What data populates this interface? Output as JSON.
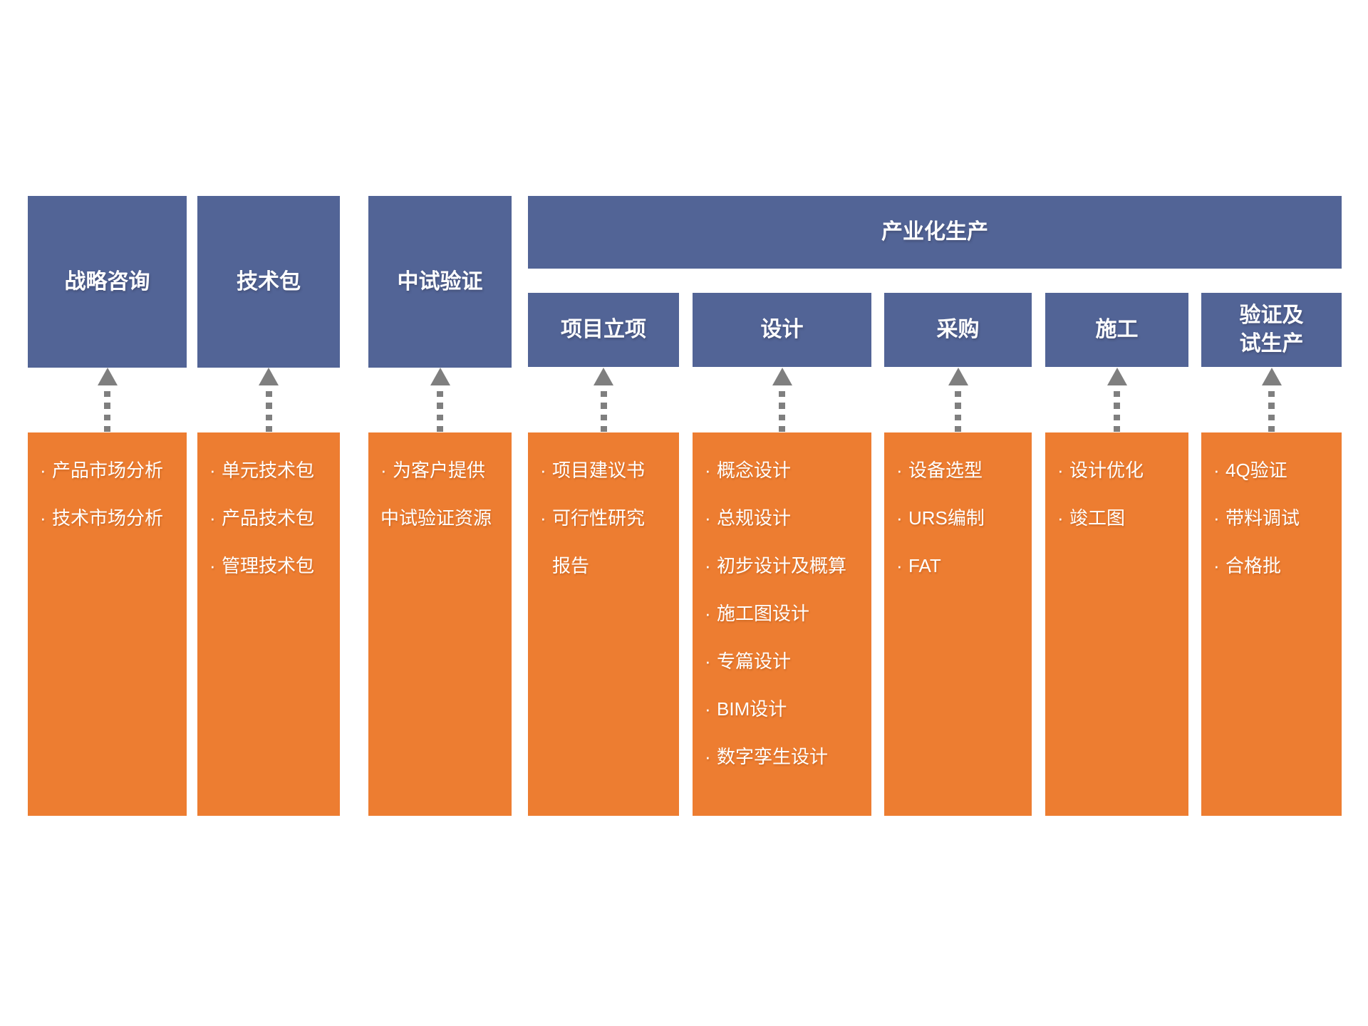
{
  "banner": {
    "label": "产业化生产"
  },
  "glyphs": {
    "bullet": "·"
  },
  "columns": [
    {
      "key": "strategy-consulting",
      "header": [
        "战略咨询"
      ],
      "items": [
        {
          "bullet": true,
          "indent": false,
          "text": "产品市场分析"
        },
        {
          "bullet": true,
          "indent": false,
          "text": "技术市场分析"
        }
      ]
    },
    {
      "key": "technology-package",
      "header": [
        "技术包"
      ],
      "items": [
        {
          "bullet": true,
          "indent": false,
          "text": "单元技术包"
        },
        {
          "bullet": true,
          "indent": false,
          "text": "产品技术包"
        },
        {
          "bullet": true,
          "indent": false,
          "text": "管理技术包"
        }
      ]
    },
    {
      "key": "pilot-verification",
      "header": [
        "中试验证"
      ],
      "items": [
        {
          "bullet": true,
          "indent": false,
          "text": "为客户提供"
        },
        {
          "bullet": false,
          "indent": false,
          "text": "中试验证资源"
        }
      ]
    },
    {
      "key": "project-initiation",
      "header": [
        "项目立项"
      ],
      "items": [
        {
          "bullet": true,
          "indent": false,
          "text": "项目建议书"
        },
        {
          "bullet": true,
          "indent": false,
          "text": "可行性研究"
        },
        {
          "bullet": false,
          "indent": true,
          "text": "报告"
        }
      ]
    },
    {
      "key": "design",
      "header": [
        "设计"
      ],
      "items": [
        {
          "bullet": true,
          "indent": false,
          "text": "概念设计"
        },
        {
          "bullet": true,
          "indent": false,
          "text": "总规设计"
        },
        {
          "bullet": true,
          "indent": false,
          "text": "初步设计及概算"
        },
        {
          "bullet": true,
          "indent": false,
          "text": "施工图设计"
        },
        {
          "bullet": true,
          "indent": false,
          "text": "专篇设计"
        },
        {
          "bullet": true,
          "indent": false,
          "text": "BIM设计"
        },
        {
          "bullet": true,
          "indent": false,
          "text": "数字孪生设计"
        }
      ]
    },
    {
      "key": "procurement",
      "header": [
        "采购"
      ],
      "items": [
        {
          "bullet": true,
          "indent": false,
          "text": "设备选型"
        },
        {
          "bullet": true,
          "indent": false,
          "text": "URS编制"
        },
        {
          "bullet": true,
          "indent": false,
          "text": "FAT"
        }
      ]
    },
    {
      "key": "construction",
      "header": [
        "施工"
      ],
      "items": [
        {
          "bullet": true,
          "indent": false,
          "text": "设计优化"
        },
        {
          "bullet": true,
          "indent": false,
          "text": "竣工图"
        }
      ]
    },
    {
      "key": "verification-trial-production",
      "header": [
        "验证及",
        "试生产"
      ],
      "items": [
        {
          "bullet": true,
          "indent": false,
          "text": "4Q验证"
        },
        {
          "bullet": true,
          "indent": false,
          "text": "带料调试"
        },
        {
          "bullet": true,
          "indent": false,
          "text": "合格批"
        }
      ]
    }
  ],
  "colors": {
    "header_blue": "#526496",
    "box_orange": "#ED7D31",
    "arrow_gray": "#7F7F7F",
    "text_white": "#FFFFFF"
  }
}
